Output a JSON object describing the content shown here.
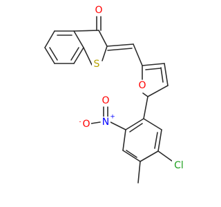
{
  "atoms": {
    "carbonyl_oxygen": {
      "symbol": "O",
      "color": "#ff0000"
    },
    "ring_sulfur": {
      "symbol": "S",
      "color": "#b8a300"
    },
    "furan_oxygen": {
      "symbol": "O",
      "color": "#ff0000"
    },
    "nitro_nitrogen": {
      "symbol": "N",
      "charge": "+",
      "color": "#0000ff"
    },
    "nitro_oxygen_double": {
      "symbol": "O",
      "color": "#ff0000"
    },
    "nitro_oxygen_single": {
      "symbol": "O",
      "charge": "-",
      "color": "#ff0000"
    },
    "chlorine": {
      "symbol": "Cl",
      "color": "#1fa01f"
    }
  },
  "bond_color": "#2b2b2b"
}
